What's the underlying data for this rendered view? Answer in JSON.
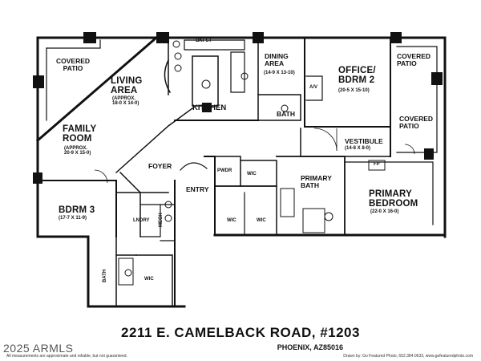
{
  "floorplan": {
    "rooms": {
      "covered_patio_nw": "COVERED\nPATIO",
      "living_area": "LIVING\nAREA",
      "living_area_dims": "(APPROX.\n18-0 x 14-0)",
      "family_room": "FAMILY\nROOM",
      "family_room_dims": "(APPROX.\n20-9 x 15-0)",
      "bkfst": "BKFST",
      "kitchen": "KITCHEN",
      "dining_area": "DINING\nAREA",
      "dining_area_dims": "(14-9 x 13-10)",
      "av": "A/V",
      "office": "OFFICE/\nBDRM 2",
      "office_dims": "(20-5 x 15-10)",
      "covered_patio_ne": "COVERED\nPATIO",
      "covered_patio_e": "COVERED\nPATIO",
      "bath_upper": "BATH",
      "vestibule": "VESTIBULE",
      "vestibule_dims": "(14-8 x 8-0)",
      "fp": "FP",
      "foyer": "FOYER",
      "pwdr": "PWDR",
      "wic_center": "WIC",
      "primary_bath": "PRIMARY\nBATH",
      "primary_bedroom": "PRIMARY\nBEDROOM",
      "primary_bedroom_dims": "(22-0 x 16-0)",
      "entry": "ENTRY",
      "bdrm3": "BDRM 3",
      "bdrm3_dims": "(17-7 x 11-9)",
      "lndry": "LNDRY",
      "mech": "MECH",
      "wic_left": "WIC",
      "wic_right": "WIC",
      "bath_lower": "BATH",
      "wic_lower": "WIC"
    },
    "address": "2211 E. CAMELBACK ROAD, #1203",
    "city": "PHOENIX, AZ85016",
    "copyright": "2025 ARMLS",
    "disclaimer": "All measurements are approximate and reliable, but not guaranteed.",
    "credit": "Drawn by: Go Featured Photo, 602.384.0633, www.gofeaturedphoto.com"
  }
}
